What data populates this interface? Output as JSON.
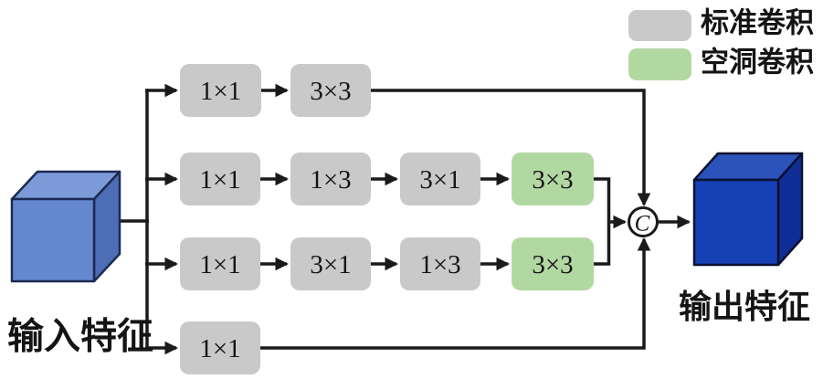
{
  "legend": {
    "items": [
      {
        "label": "标准卷积",
        "type": "standard-convolution"
      },
      {
        "label": "空洞卷积",
        "type": "dilated-convolution"
      }
    ]
  },
  "io": {
    "input_label": "输入特征",
    "output_label": "输出特征"
  },
  "concat": {
    "symbol": "C"
  },
  "branches": [
    {
      "name": "branch-1",
      "nodes": [
        {
          "label": "1×1",
          "type": "standard"
        },
        {
          "label": "3×3",
          "type": "standard"
        }
      ]
    },
    {
      "name": "branch-2",
      "nodes": [
        {
          "label": "1×1",
          "type": "standard"
        },
        {
          "label": "1×3",
          "type": "standard"
        },
        {
          "label": "3×1",
          "type": "standard"
        },
        {
          "label": "3×3",
          "type": "dilated"
        }
      ]
    },
    {
      "name": "branch-3",
      "nodes": [
        {
          "label": "1×1",
          "type": "standard"
        },
        {
          "label": "3×1",
          "type": "standard"
        },
        {
          "label": "1×3",
          "type": "standard"
        },
        {
          "label": "3×3",
          "type": "dilated"
        }
      ]
    },
    {
      "name": "branch-4",
      "nodes": [
        {
          "label": "1×1",
          "type": "standard"
        }
      ]
    }
  ],
  "colors": {
    "standard_conv": "#c9c9c9",
    "dilated_conv": "#b2d8a2",
    "line": "#1a1a1a",
    "input_cube": {
      "top": "#7d9bd9",
      "front": "#6488d0",
      "side": "#4d6db6",
      "outline": "#1c2b52"
    },
    "output_cube": {
      "top": "#2b53ba",
      "front": "#1641b5",
      "side": "#0f2f96",
      "outline": "#0a1030"
    }
  }
}
